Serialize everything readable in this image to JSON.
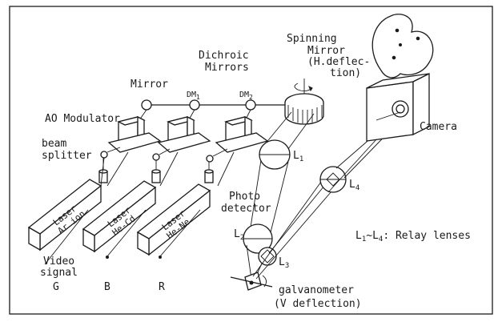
{
  "labels": {
    "ao_modulator": "AO Modulator",
    "mirror": "Mirror",
    "dm1": "DM",
    "dm1_sub": "1",
    "dm2": "DM",
    "dm2_sub": "2",
    "dichroic_line1": "Dichroic",
    "dichroic_line2": "Mirrors",
    "spinning_line1": "Spinning",
    "spinning_line2": "Mirror",
    "spinning_line3": "(H.deflec-",
    "spinning_line4": "tion)",
    "camera": "Camera",
    "beam_line1": "beam",
    "beam_line2": "splitter",
    "photo_line1": "Photo",
    "photo_line2": "detector",
    "laser1_line1": "Laser",
    "laser1_line2": "Ar ion",
    "laser2_line1": "Laser",
    "laser2_line2": "He-Cd",
    "laser3_line1": "Laser",
    "laser3_line2": "He-Ne",
    "video_line1": "Video",
    "video_line2": "signal",
    "sig_g": "G",
    "sig_b": "B",
    "sig_r": "R",
    "l1": "L",
    "l1_sub": "1",
    "l2": "L",
    "l2_sub": "2",
    "l3": "L",
    "l3_sub": "3",
    "l4": "L",
    "l4_sub": "4",
    "relay_l1": "L",
    "relay_sub1": "1",
    "relay_tilde": "~L",
    "relay_sub4": "4",
    "relay_text": ": Relay lenses",
    "galv_line1": "galvanometer",
    "galv_line2": "(V deflection)"
  }
}
